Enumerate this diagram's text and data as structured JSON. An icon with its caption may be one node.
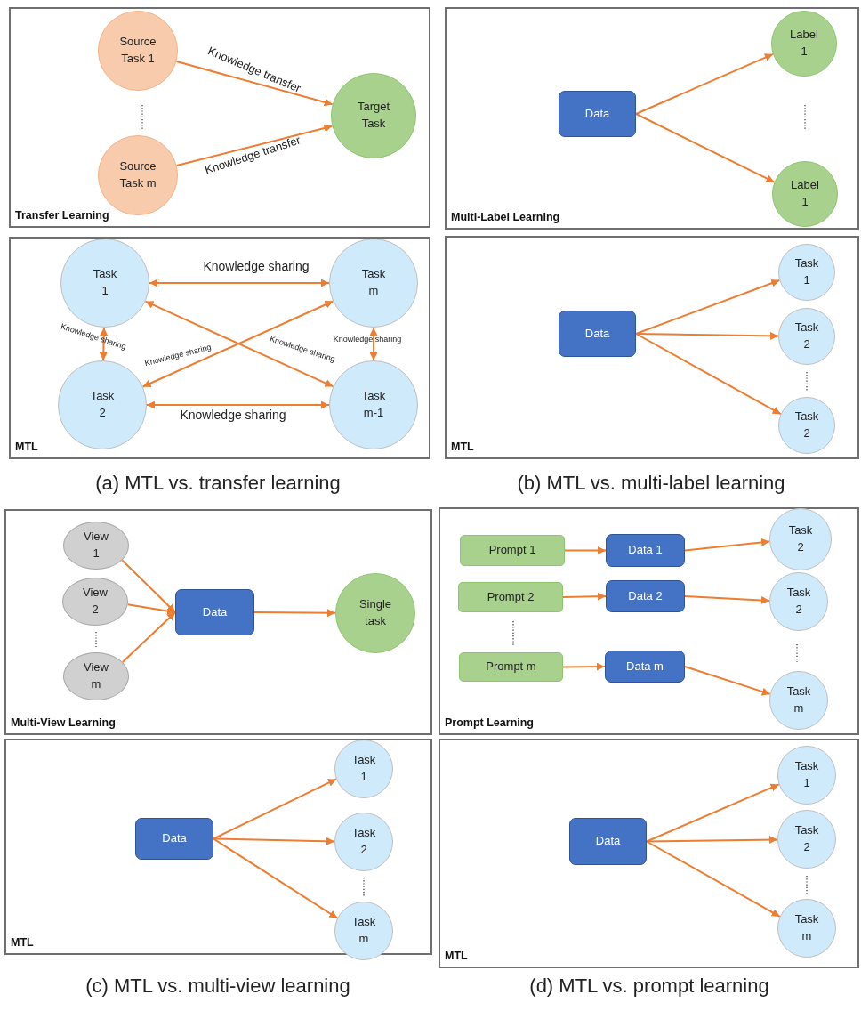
{
  "diagram": {
    "nodes": [
      {
        "text": [
          "Transfer Learning"
        ]
      },
      {
        "text": [
          "Source Task 1"
        ],
        "in": 0
      },
      {
        "text": [
          "Source Task m"
        ],
        "in": 0
      },
      {
        "text": [
          "Target Task"
        ],
        "in": 0
      },
      {
        "text": [
          "Multi-Label Learning"
        ]
      },
      {
        "text": [
          "Data"
        ],
        "in": 4
      },
      {
        "text": [
          "Label 1"
        ],
        "in": 4
      },
      {
        "text": [
          "Label 1"
        ],
        "in": 4
      },
      {
        "text": [
          "MTL"
        ]
      },
      {
        "text": [
          "Task 1"
        ],
        "in": 8
      },
      {
        "text": [
          "Task m"
        ],
        "in": 8
      },
      {
        "text": [
          "Task 2"
        ],
        "in": 8
      },
      {
        "text": [
          "Task m-1"
        ],
        "in": 8
      },
      {
        "text": [
          "MTL"
        ]
      },
      {
        "text": [
          "Data"
        ],
        "in": 13
      },
      {
        "text": [
          "Task 1"
        ],
        "in": 13
      },
      {
        "text": [
          "Task 2"
        ],
        "in": 13
      },
      {
        "text": [
          "Task 2"
        ],
        "in": 13
      },
      {
        "text": [
          "Multi-View Learning"
        ]
      },
      {
        "text": [
          "View 1"
        ],
        "in": 18
      },
      {
        "text": [
          "View 2"
        ],
        "in": 18
      },
      {
        "text": [
          "View m"
        ],
        "in": 18
      },
      {
        "text": [
          "Data"
        ],
        "in": 18
      },
      {
        "text": [
          "Single task"
        ],
        "in": 18
      },
      {
        "text": [
          "Prompt Learning"
        ]
      },
      {
        "text": [
          "Prompt 1"
        ],
        "in": 24
      },
      {
        "text": [
          "Data 1"
        ],
        "in": 24
      },
      {
        "text": [
          "Task 2"
        ],
        "in": 24
      },
      {
        "text": [
          "Prompt 2"
        ],
        "in": 24
      },
      {
        "text": [
          "Data 2"
        ],
        "in": 24
      },
      {
        "text": [
          "Task 2"
        ],
        "in": 24
      },
      {
        "text": [
          "Prompt m"
        ],
        "in": 24
      },
      {
        "text": [
          "Data m"
        ],
        "in": 24
      },
      {
        "text": [
          "Task m"
        ],
        "in": 24
      },
      {
        "text": [
          "MTL"
        ]
      },
      {
        "text": [
          "Data"
        ],
        "in": 34
      },
      {
        "text": [
          "Task 1"
        ],
        "in": 34
      },
      {
        "text": [
          "Task 2"
        ],
        "in": 34
      },
      {
        "text": [
          "Task m"
        ],
        "in": 34
      },
      {
        "text": [
          "MTL"
        ]
      },
      {
        "text": [
          "Data"
        ],
        "in": 39
      },
      {
        "text": [
          "Task 1"
        ],
        "in": 39
      },
      {
        "text": [
          "Task 2"
        ],
        "in": 39
      },
      {
        "text": [
          "Task m"
        ],
        "in": 39
      }
    ],
    "edges": [
      {
        "from": 1,
        "to": 3,
        "arrow": "to",
        "label": "Knowledge transfer"
      },
      {
        "from": 2,
        "to": 3,
        "arrow": "to",
        "label": "Knowledge transfer"
      },
      {
        "from": 5,
        "to": 6,
        "arrow": "to"
      },
      {
        "from": 5,
        "to": 7,
        "arrow": "to"
      },
      {
        "from": 9,
        "to": 10,
        "arrow": "both",
        "label": "Knowledge sharing"
      },
      {
        "from": 9,
        "to": 11,
        "arrow": "both",
        "label": "Knowledge sharing"
      },
      {
        "from": 10,
        "to": 12,
        "arrow": "both",
        "label": "Knowledge sharing"
      },
      {
        "from": 9,
        "to": 12,
        "arrow": "both",
        "label": "Knowledge sharing"
      },
      {
        "from": 11,
        "to": 10,
        "arrow": "both",
        "label": "Knowledge sharing"
      },
      {
        "from": 11,
        "to": 12,
        "arrow": "both",
        "label": "Knowledge sharing"
      },
      {
        "from": 14,
        "to": 15,
        "arrow": "to"
      },
      {
        "from": 14,
        "to": 16,
        "arrow": "to"
      },
      {
        "from": 14,
        "to": 17,
        "arrow": "to"
      },
      {
        "from": 19,
        "to": 22,
        "arrow": "to"
      },
      {
        "from": 20,
        "to": 22,
        "arrow": "to"
      },
      {
        "from": 21,
        "to": 22,
        "arrow": "to"
      },
      {
        "from": 22,
        "to": 23,
        "arrow": "to"
      },
      {
        "from": 25,
        "to": 26,
        "arrow": "to"
      },
      {
        "from": 26,
        "to": 27,
        "arrow": "to"
      },
      {
        "from": 28,
        "to": 29,
        "arrow": "to"
      },
      {
        "from": 29,
        "to": 30,
        "arrow": "to"
      },
      {
        "from": 31,
        "to": 32,
        "arrow": "to"
      },
      {
        "from": 32,
        "to": 33,
        "arrow": "to"
      },
      {
        "from": 35,
        "to": 36,
        "arrow": "to"
      },
      {
        "from": 35,
        "to": 37,
        "arrow": "to"
      },
      {
        "from": 35,
        "to": 38,
        "arrow": "to"
      },
      {
        "from": 40,
        "to": 41,
        "arrow": "to"
      },
      {
        "from": 40,
        "to": 42,
        "arrow": "to"
      },
      {
        "from": 40,
        "to": 43,
        "arrow": "to"
      }
    ],
    "labels": [
      "(a) MTL vs. transfer learning",
      "(b) MTL vs. multi-label learning",
      "(c) MTL vs. multi-view learning",
      "(d) MTL vs. prompt learning"
    ]
  }
}
